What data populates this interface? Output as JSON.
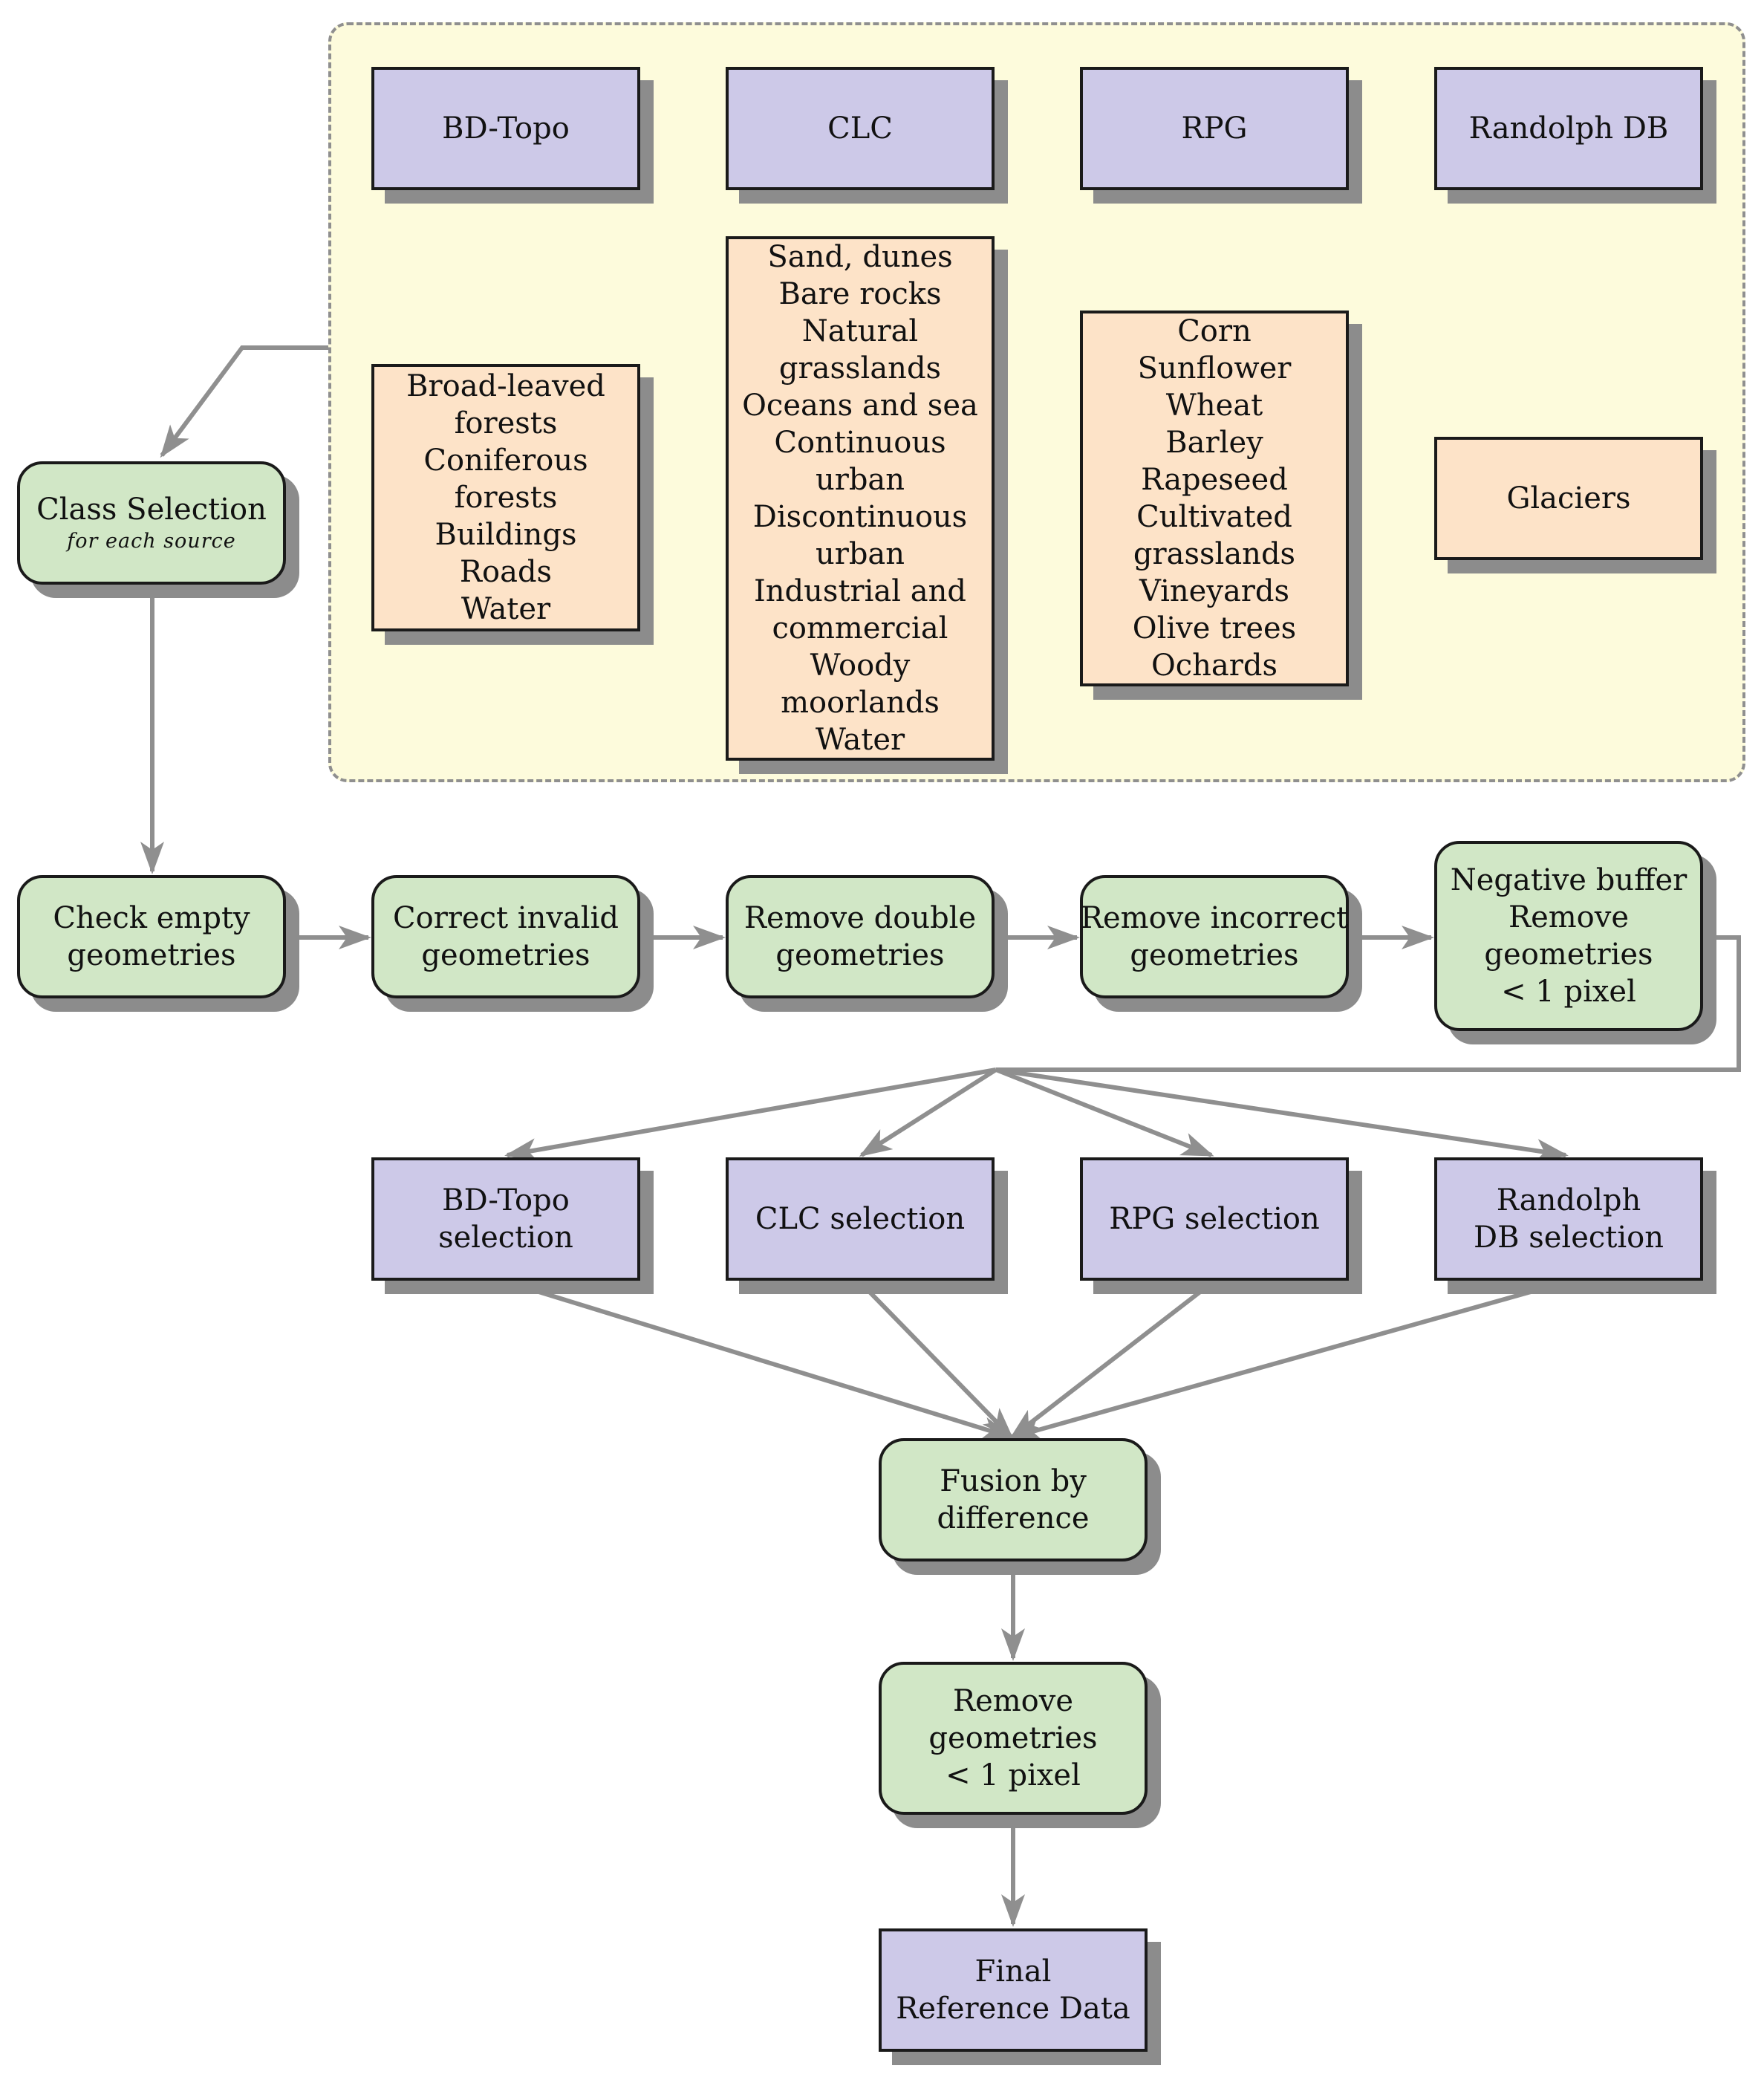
{
  "sources": {
    "bdtopo": {
      "title": "BD-Topo",
      "classes": [
        "Broad-leaved",
        "forests",
        "Coniferous",
        "forests",
        "Buildings",
        "Roads",
        "Water"
      ]
    },
    "clc": {
      "title": "CLC",
      "classes": [
        "Sand, dunes",
        "Bare rocks",
        "Natural",
        "grasslands",
        "Oceans and sea",
        "Continuous",
        "urban",
        "Discontinuous",
        "urban",
        "Industrial and",
        "commercial",
        "Woody",
        "moorlands",
        "Water"
      ]
    },
    "rpg": {
      "title": "RPG",
      "classes": [
        "Corn",
        "Sunflower",
        "Wheat",
        "Barley",
        "Rapeseed",
        "Cultivated",
        "grasslands",
        "Vineyards",
        "Olive trees",
        "Ochards"
      ]
    },
    "randolph": {
      "title": "Randolph DB",
      "classes": [
        "Glaciers"
      ]
    }
  },
  "class_selection": {
    "title": "Class Selection",
    "subtitle": "for each source"
  },
  "pipeline": {
    "check_empty": [
      "Check empty",
      "geometries"
    ],
    "correct_invalid": [
      "Correct invalid",
      "geometries"
    ],
    "remove_double": [
      "Remove double",
      "geometries"
    ],
    "remove_incorrect": [
      "Remove incorrect",
      "geometries"
    ],
    "negative_buffer": [
      "Negative buffer",
      "Remove",
      "geometries",
      "< 1 pixel"
    ]
  },
  "selections": {
    "bdtopo": [
      "BD-Topo",
      "selection"
    ],
    "clc": [
      "CLC selection"
    ],
    "rpg": [
      "RPG selection"
    ],
    "randolph": [
      "Randolph",
      "DB selection"
    ]
  },
  "fusion": [
    "Fusion by",
    "difference"
  ],
  "remove_small": [
    "Remove",
    "geometries",
    "< 1 pixel"
  ],
  "final": [
    "Final",
    "Reference Data"
  ],
  "colors": {
    "panel_fill": "#fdfbdc",
    "source_fill": "#cdc9e8",
    "class_fill": "#fde3c8",
    "process_fill": "#d1e7c6",
    "arrow": "#8f8f8f",
    "shadow": "#8c8c8c"
  }
}
